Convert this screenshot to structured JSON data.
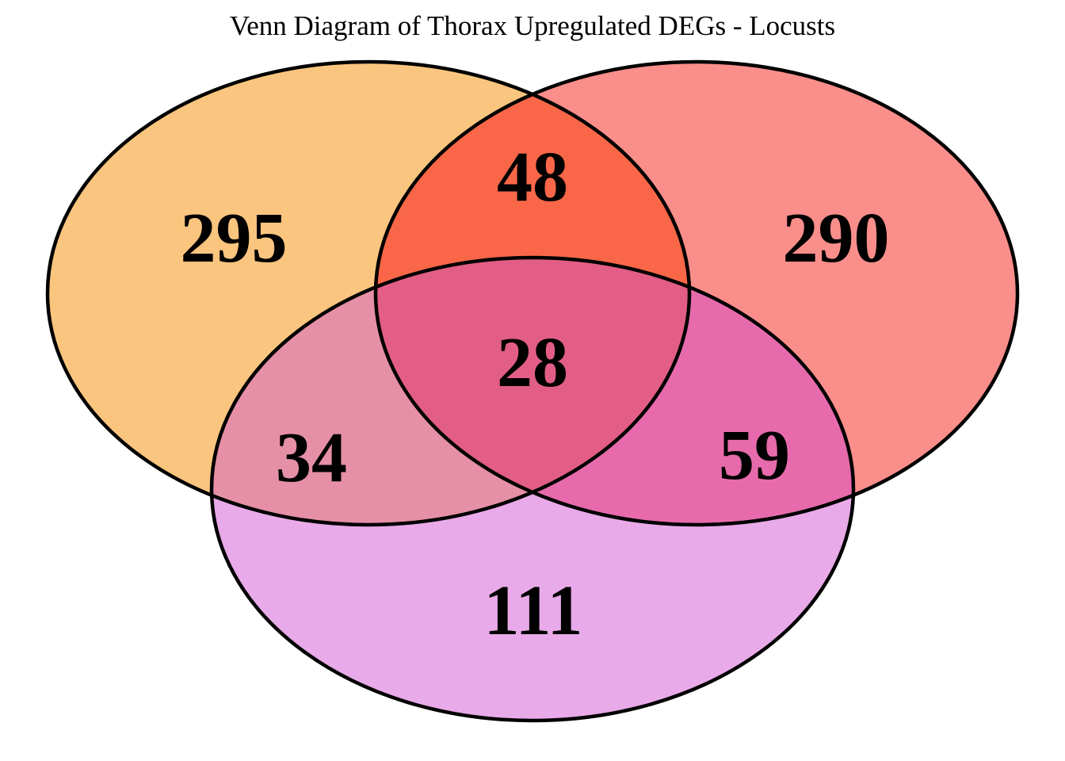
{
  "title": "Venn Diagram of Thorax Upregulated DEGs - Locusts",
  "chart_data": {
    "type": "venn",
    "title": "Venn Diagram of Thorax Upregulated DEGs - Locusts",
    "set_count": 3,
    "legend": "none",
    "background": "#FFFFFF",
    "outline_color": "#000000",
    "regions": {
      "left_only": {
        "position": "top-left ellipse exclusive",
        "value": 295,
        "color": "#FAC57E"
      },
      "right_only": {
        "position": "top-right ellipse exclusive",
        "value": 290,
        "color": "#F98E8B"
      },
      "bottom_only": {
        "position": "bottom ellipse exclusive",
        "value": 111,
        "color": "#E8AAE8"
      },
      "left_right": {
        "position": "top-left ∩ top-right",
        "value": 48,
        "color": "#F96748"
      },
      "left_bottom": {
        "position": "top-left ∩ bottom",
        "value": 34,
        "color": "#E590A7"
      },
      "right_bottom": {
        "position": "top-right ∩ bottom",
        "value": 59,
        "color": "#E76BAC"
      },
      "center": {
        "position": "all three sets",
        "value": 28,
        "color": "#E25E86"
      }
    }
  }
}
